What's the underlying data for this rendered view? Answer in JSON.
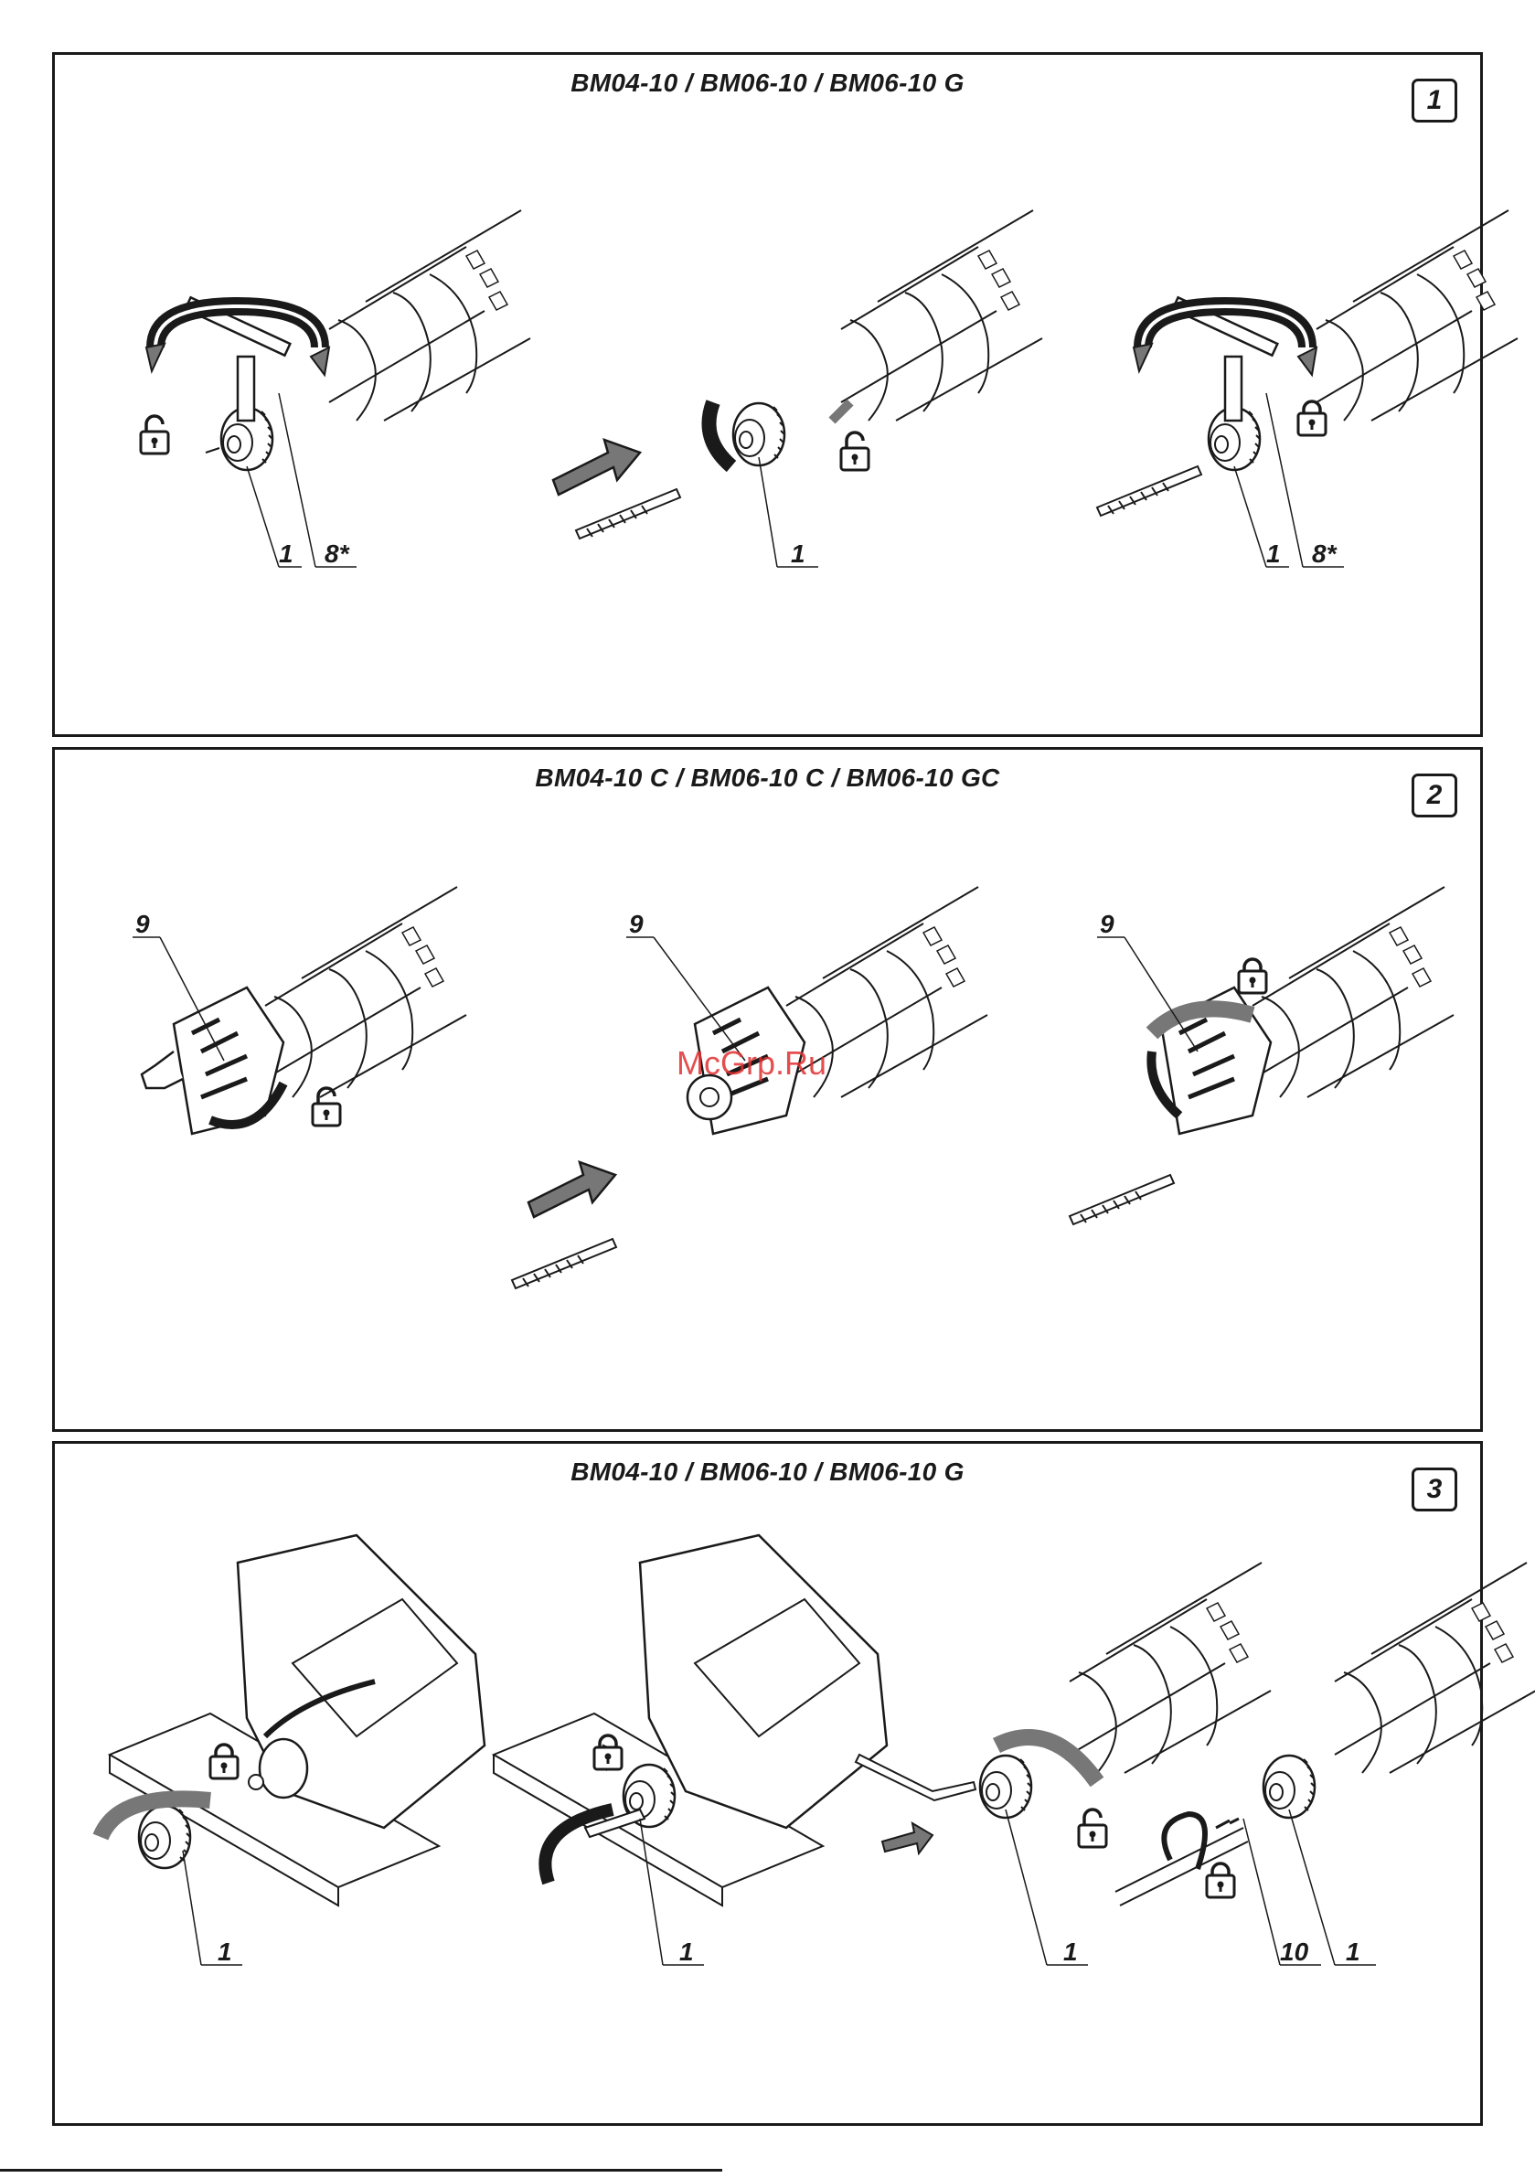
{
  "panels": [
    {
      "title": "BM04-10 / BM06-10 / BM06-10 G",
      "number": "1",
      "labels": [
        "1",
        "8*",
        "1",
        "1",
        "8*"
      ]
    },
    {
      "title": "BM04-10 C / BM06-10 C / BM06-10 GC",
      "number": "2",
      "labels": [
        "9",
        "9",
        "9"
      ]
    },
    {
      "title": "BM04-10 / BM06-10 / BM06-10 G",
      "number": "3",
      "labels": [
        "1",
        "1",
        "1",
        "10",
        "1"
      ]
    }
  ],
  "watermark": "McGrp.Ru",
  "icons": [
    "unlock-icon",
    "lock-icon",
    "rotation-arrow-icon",
    "push-arrow-icon",
    "drill-bit-icon",
    "chuck-key-icon",
    "hex-key-icon",
    "drill-chuck-icon"
  ]
}
